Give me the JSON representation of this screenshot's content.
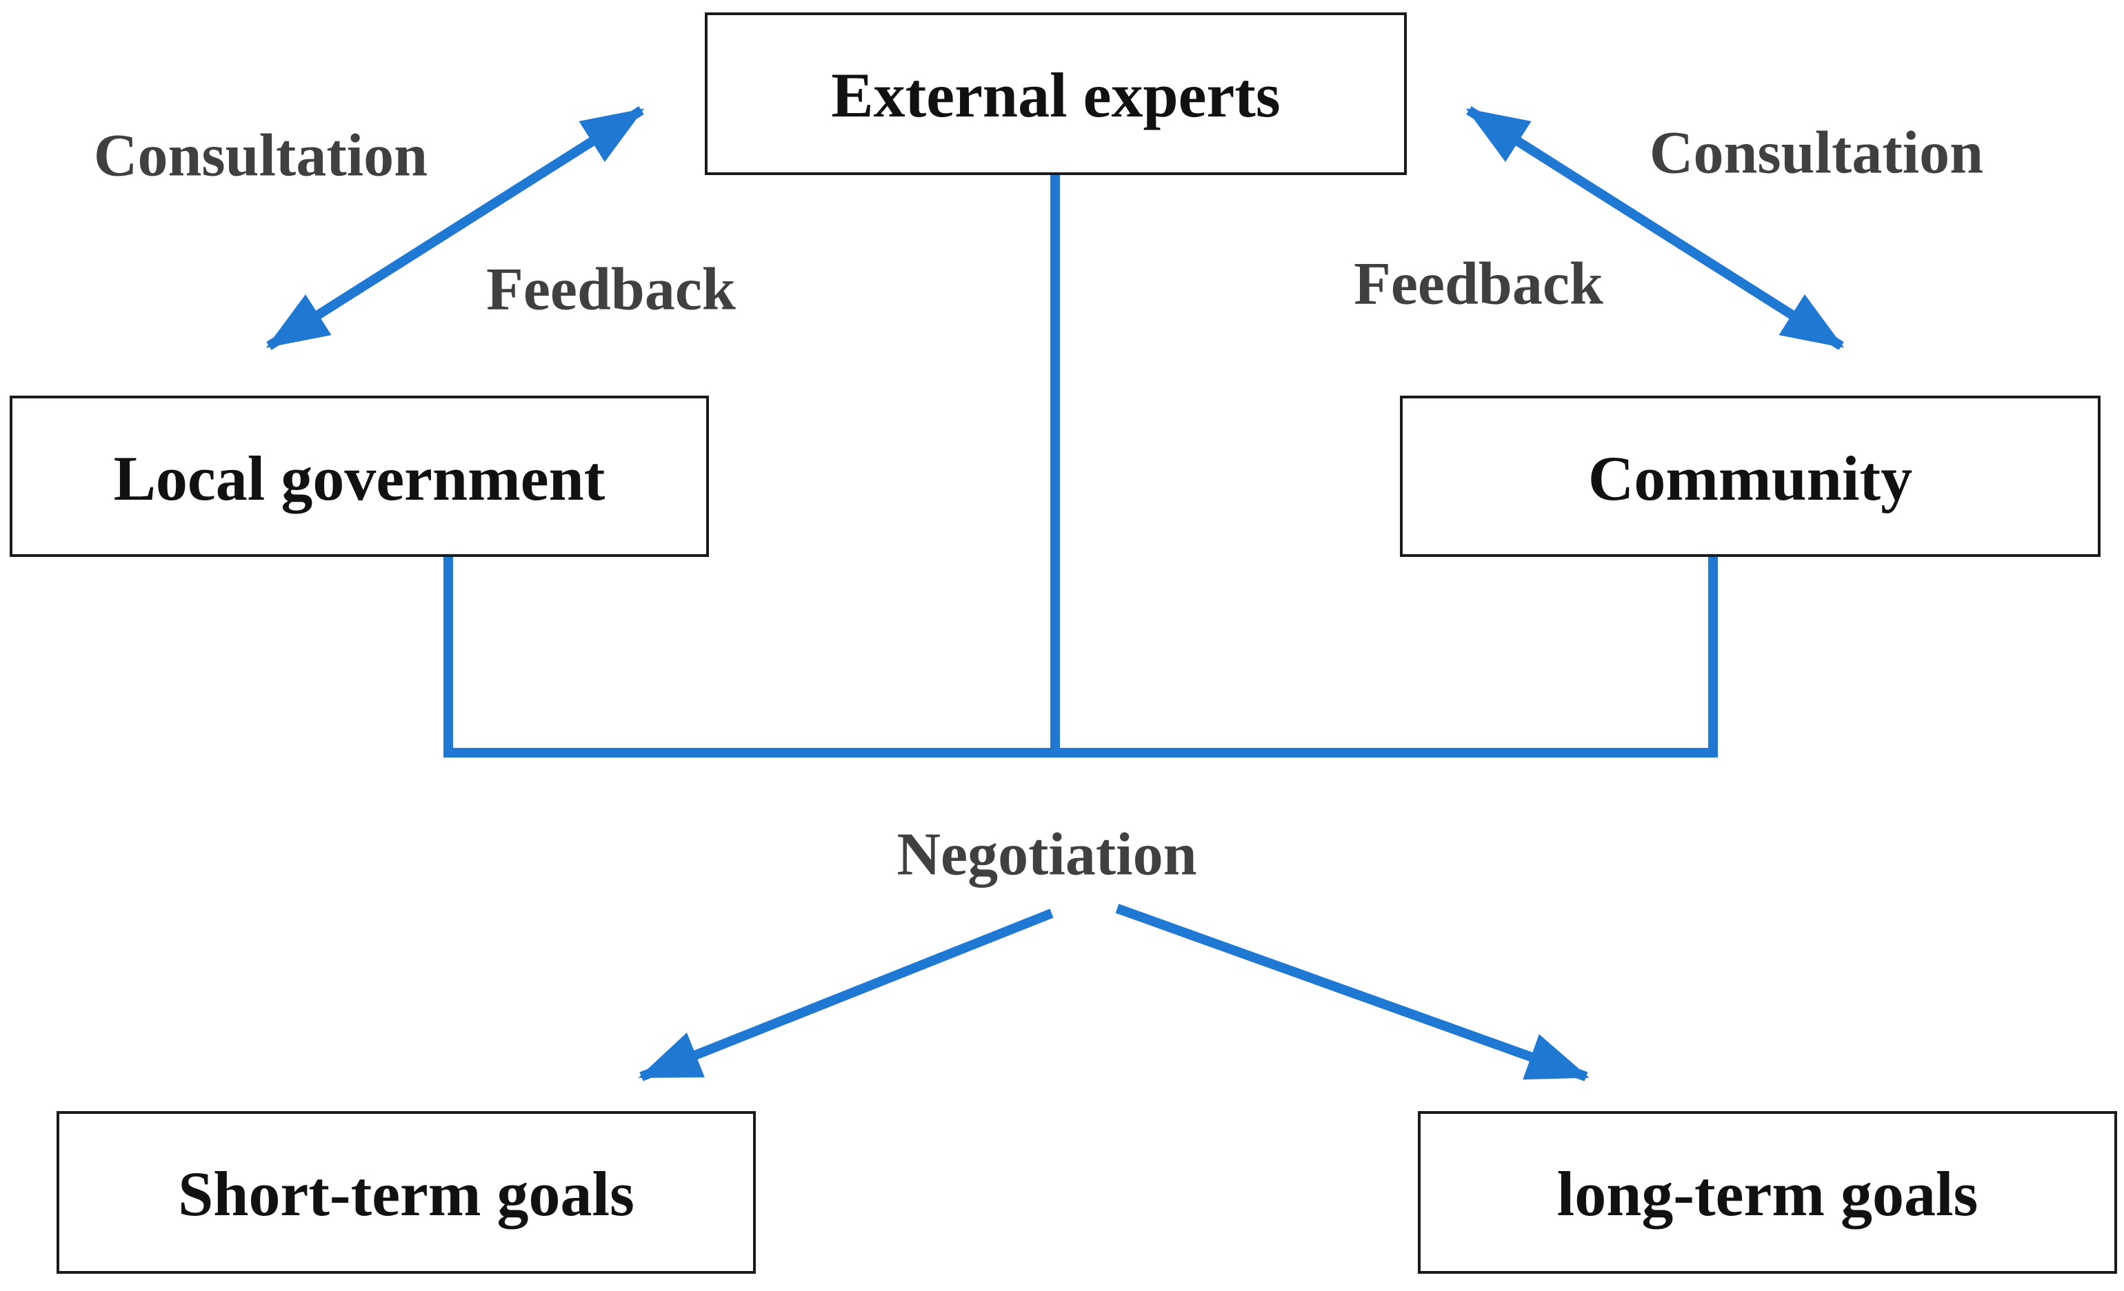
{
  "diagram": {
    "nodes": {
      "external_experts": "External experts",
      "local_government": "Local government",
      "community": "Community",
      "short_term_goals": "Short-term goals",
      "long_term_goals": "long-term goals"
    },
    "edge_labels": {
      "consultation_left": "Consultation",
      "feedback_left": "Feedback",
      "consultation_right": "Consultation",
      "feedback_right": "Feedback",
      "negotiation": "Negotiation"
    },
    "colors": {
      "connector": "#1f78d1",
      "box_border": "#1a1a1a",
      "label_text": "#404040",
      "node_text": "#111111"
    }
  }
}
